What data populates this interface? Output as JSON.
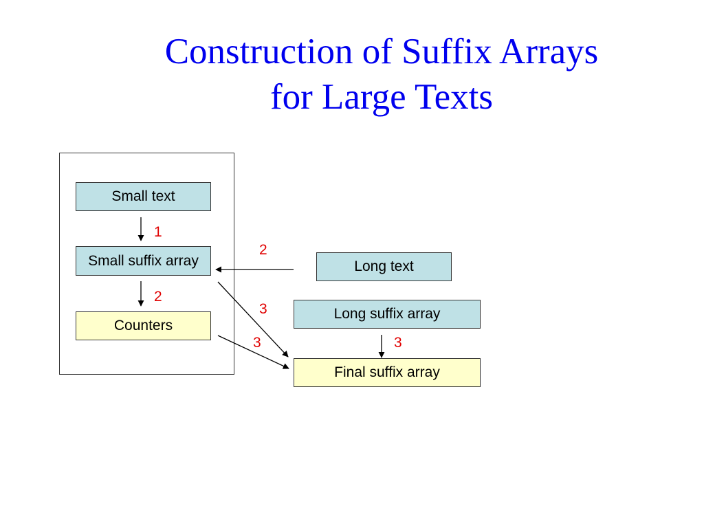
{
  "title": {
    "line1": "Construction of Suffix Arrays",
    "line2": "for Large Texts"
  },
  "boxes": {
    "small_text": "Small text",
    "small_suffix_array": "Small suffix array",
    "counters": "Counters",
    "long_text": "Long text",
    "long_suffix_array": "Long suffix array",
    "final_suffix_array": "Final suffix array"
  },
  "steps": {
    "small_text_to_small_suffix": "1",
    "small_suffix_to_counters": "2",
    "long_text_to_small_suffix": "2",
    "small_suffix_to_final": "3",
    "counters_to_final": "3",
    "long_suffix_to_final": "3"
  },
  "colors": {
    "title": "#0000ee",
    "box_blue": "#bfe1e6",
    "box_yellow": "#ffffcc",
    "step_label": "#e00000"
  }
}
